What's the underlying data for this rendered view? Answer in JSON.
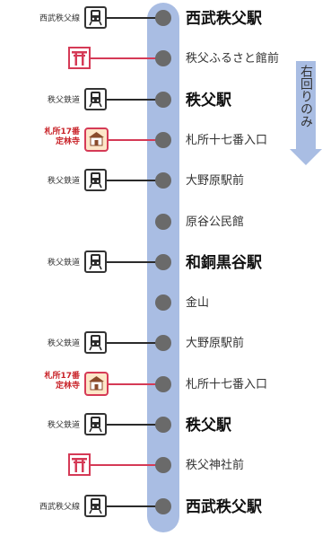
{
  "direction_label": "右回りのみ",
  "stops": [
    {
      "name": "西武秩父駅",
      "major": true,
      "link": "train",
      "line": "西武秩父線"
    },
    {
      "name": "秩父ふるさと館前",
      "major": false,
      "link": "shrine"
    },
    {
      "name": "秩父駅",
      "major": true,
      "link": "train",
      "line": "秩父鉄道"
    },
    {
      "name": "札所十七番入口",
      "major": false,
      "link": "temple",
      "temple_text": [
        "札所17番",
        "定林寺"
      ]
    },
    {
      "name": "大野原駅前",
      "major": false,
      "link": "train",
      "line": "秩父鉄道"
    },
    {
      "name": "原谷公民館",
      "major": false,
      "link": "none"
    },
    {
      "name": "和銅黒谷駅",
      "major": true,
      "link": "train",
      "line": "秩父鉄道"
    },
    {
      "name": "金山",
      "major": false,
      "link": "none"
    },
    {
      "name": "大野原駅前",
      "major": false,
      "link": "train",
      "line": "秩父鉄道"
    },
    {
      "name": "札所十七番入口",
      "major": false,
      "link": "temple",
      "temple_text": [
        "札所17番",
        "定林寺"
      ]
    },
    {
      "name": "秩父駅",
      "major": true,
      "link": "train",
      "line": "秩父鉄道"
    },
    {
      "name": "秩父神社前",
      "major": false,
      "link": "shrine"
    },
    {
      "name": "西武秩父駅",
      "major": true,
      "link": "train",
      "line": "西武秩父線"
    }
  ],
  "colors": {
    "route": "#a9bde3",
    "dot": "#6a6a6a",
    "accent_red": "#d53a56",
    "temple_fill": "#fde6c8"
  },
  "icons": {
    "train": "train-icon",
    "shrine": "torii-shrine-icon",
    "temple": "temple-icon"
  }
}
